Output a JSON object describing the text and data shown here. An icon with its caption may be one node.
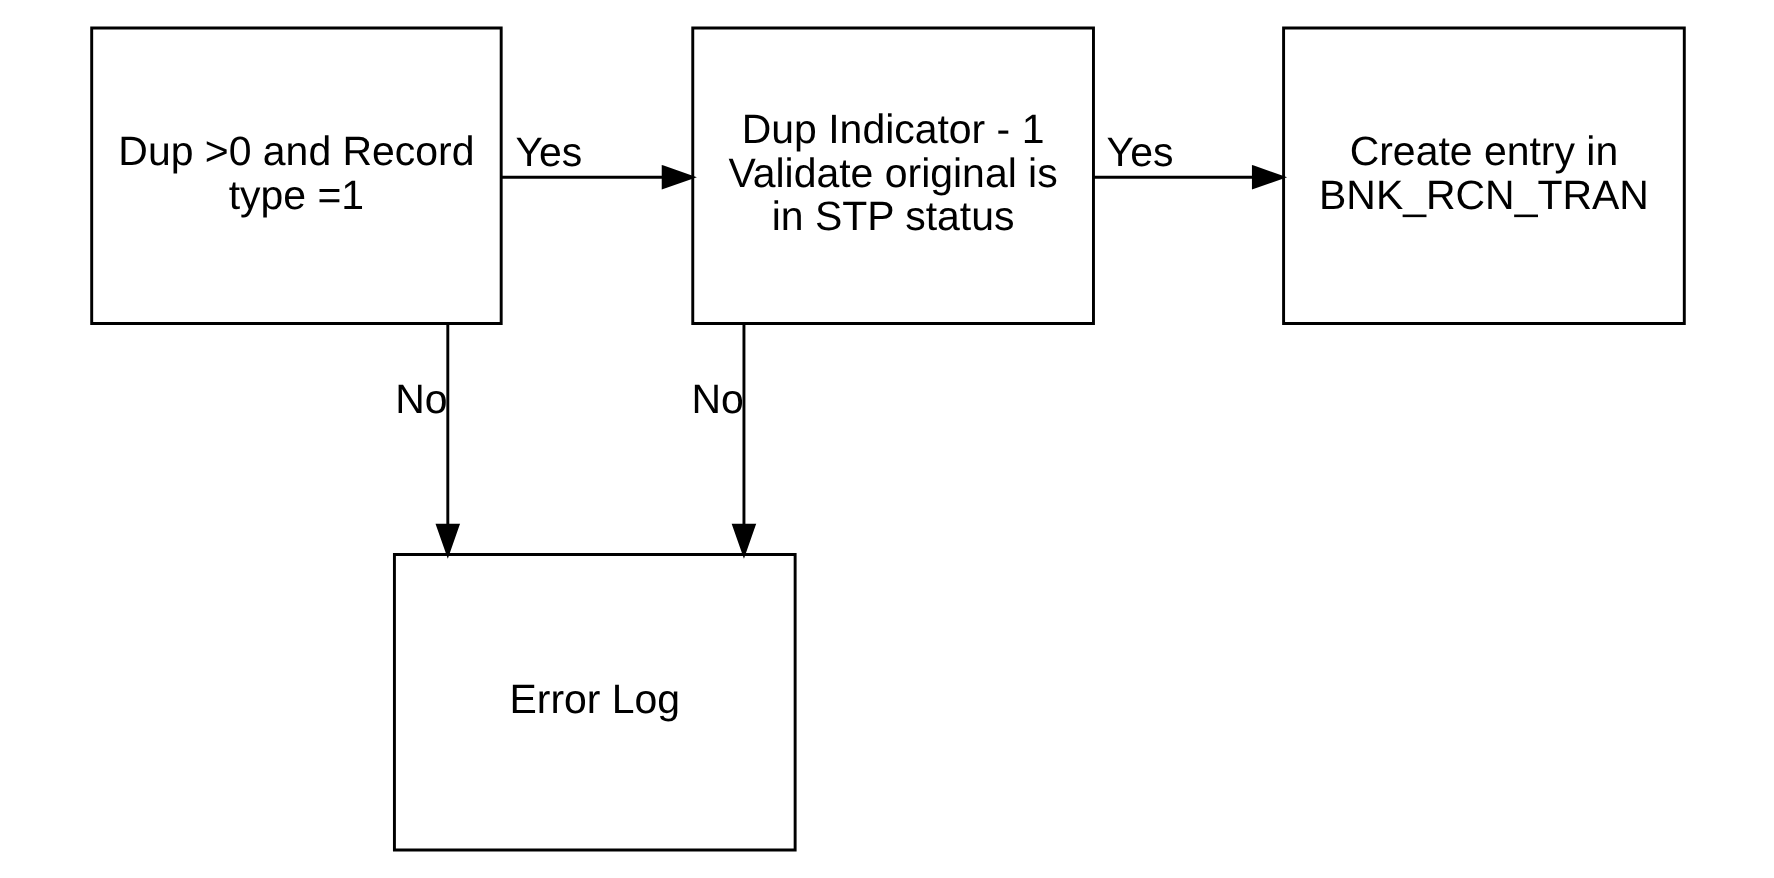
{
  "diagram": {
    "nodes": [
      {
        "text": [
          "Dup >0 and Record type =1"
        ]
      },
      {
        "text": [
          "Dup Indicator - 1 Validate original is in STP status"
        ]
      },
      {
        "text": [
          "Create entry in BNK_RCN_TRAN"
        ]
      },
      {
        "text": [
          "Error Log"
        ]
      }
    ],
    "edges": [
      {
        "from": 0,
        "to": 1,
        "arrow": "to",
        "label": "Yes"
      },
      {
        "from": 1,
        "to": 2,
        "arrow": "to",
        "label": "Yes"
      },
      {
        "from": 0,
        "to": 3,
        "arrow": "to",
        "label": "No"
      },
      {
        "from": 1,
        "to": 3,
        "arrow": "to",
        "label": "No"
      }
    ]
  }
}
